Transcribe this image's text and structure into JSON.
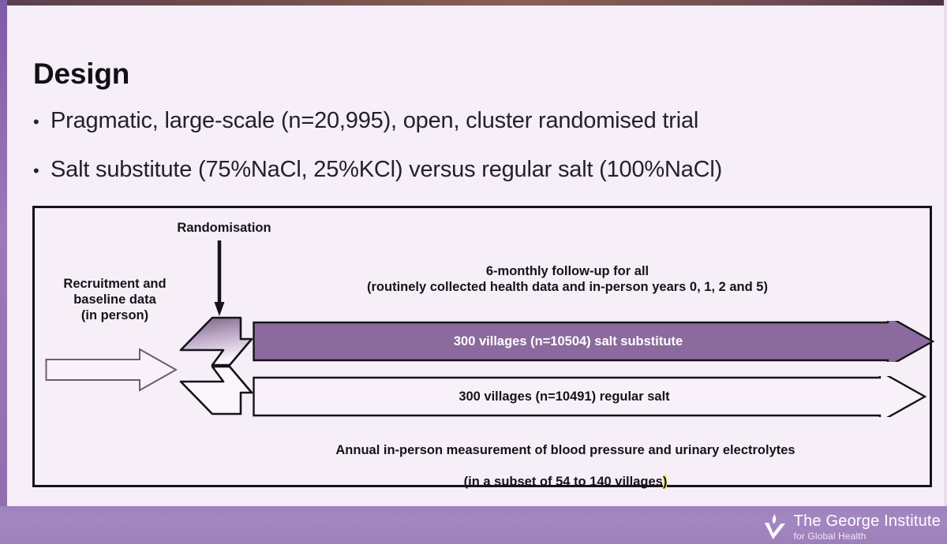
{
  "slide": {
    "title": "Design",
    "bullet_marker": "•",
    "bullets": [
      "Pragmatic, large-scale (n=20,995), open, cluster randomised trial",
      "Salt substitute (75%NaCl, 25%KCl) versus regular salt (100%NaCl)"
    ]
  },
  "diagram": {
    "randomisation_label": "Randomisation",
    "recruitment_label": "Recruitment and\nbaseline data\n(in person)",
    "followup_label": "6-monthly follow-up for all\n(routinely collected health data and in-person years 0, 1, 2 and 5)",
    "salt_substitute_arrow_label": "300 villages (n=10504) salt substitute",
    "regular_salt_arrow_label": "300 villages (n=10491) regular salt",
    "measurement_line1": "Annual in-person measurement of blood pressure and urinary electrolytes",
    "measurement_line2": "(in a subset of 54 to 140 villages",
    "measurement_highlight": ")"
  },
  "footer": {
    "logo_title": "The George Institute",
    "logo_subtitle": "for Global Health"
  },
  "colors": {
    "background": "#f6eef8",
    "accent_purple": "#8b6a9e",
    "footer_band": "#a387c0",
    "text": "#15131a",
    "highlight_yellow": "#f1f07a",
    "border": "#15131a"
  }
}
